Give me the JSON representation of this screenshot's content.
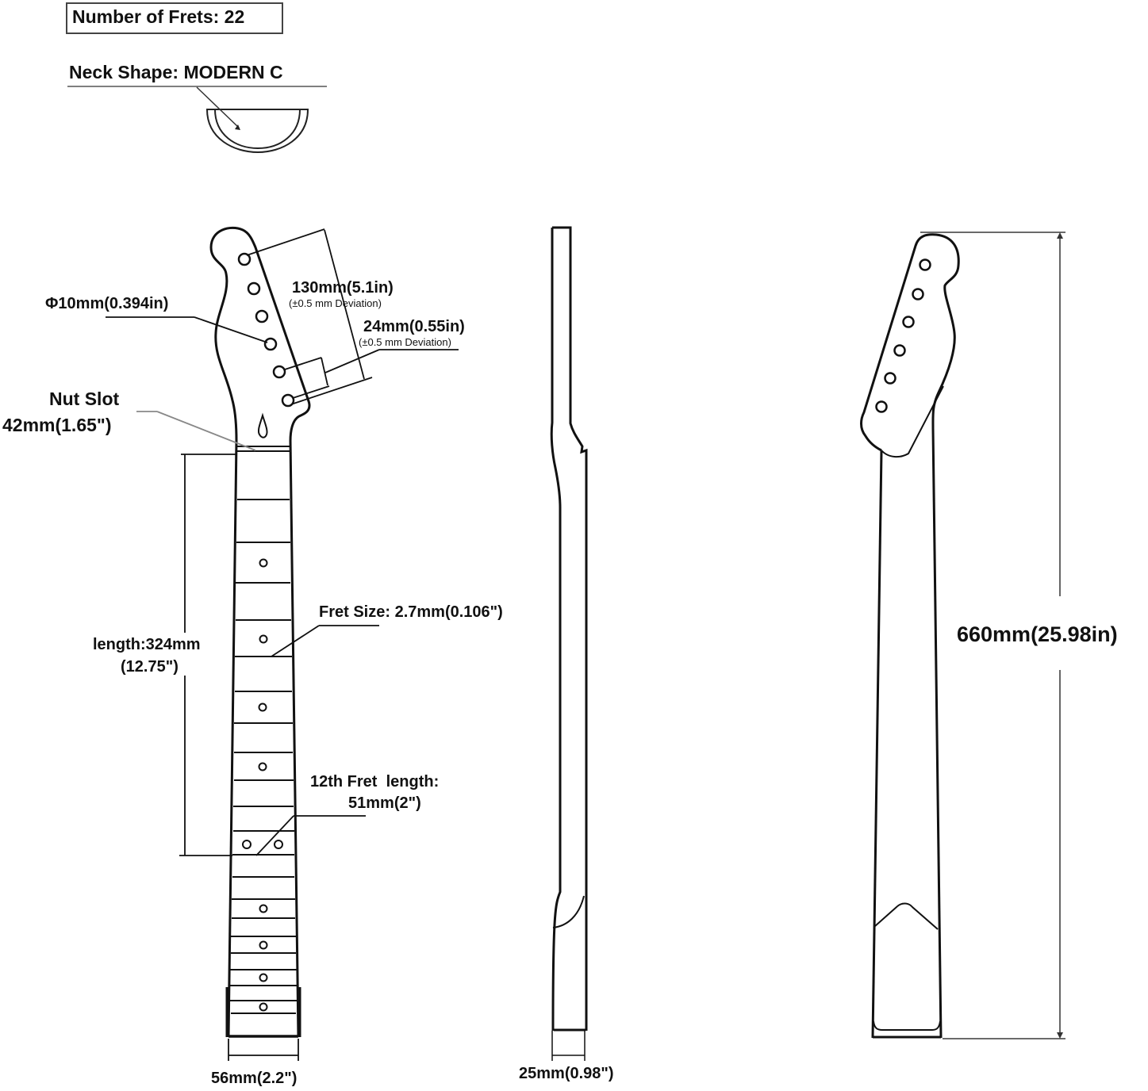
{
  "header": {
    "frets_label": "Number of Frets: 22",
    "neck_shape_label": "Neck Shape: MODERN C"
  },
  "specs": {
    "number_of_frets": 22,
    "neck_shape": "MODERN C"
  },
  "annotations": {
    "headstock_length": "130mm(5.1in)",
    "headstock_length_tolerance": "(±0.5 mm Deviation)",
    "tuner_spacing": "24mm(0.55in)",
    "tuner_spacing_tolerance": "(±0.5 mm Deviation)",
    "tuner_hole_diameter": "Φ10mm(0.394in)",
    "nut_slot_title": "Nut Slot",
    "nut_slot_width": "42mm(1.65\")",
    "scale_half_length_line1": "length:324mm",
    "scale_half_length_line2": "(12.75\")",
    "fret_size": "Fret Size: 2.7mm(0.106\")",
    "twelfth_fret_line1": "12th Fret  length:",
    "twelfth_fret_line2": "51mm(2\")",
    "heel_width": "56mm(2.2\")",
    "neck_thickness": "25mm(0.98\")",
    "overall_length": "660mm(25.98in)"
  },
  "views": [
    {
      "name": "front-view",
      "description": "Fretboard face with headstock, 6 tuner holes, truss rod teardrop, inlay dots"
    },
    {
      "name": "side-view",
      "description": "Neck profile showing thickness"
    },
    {
      "name": "back-view",
      "description": "Rear of neck and headstock with overall length dimension"
    }
  ],
  "colors": {
    "line": "#111111",
    "leader_gray": "#888888",
    "background": "#ffffff"
  }
}
